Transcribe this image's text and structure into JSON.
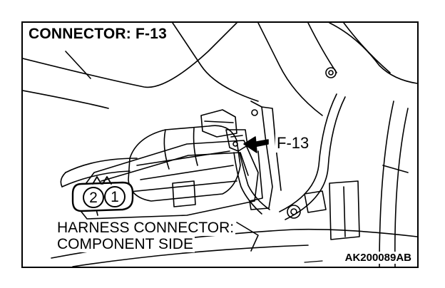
{
  "title": "CONNECTOR: F-13",
  "callout_label": "F-13",
  "harness_label": {
    "line1": "HARNESS CONNECTOR:",
    "line2": "COMPONENT SIDE"
  },
  "pins": {
    "left": "2",
    "right": "1"
  },
  "figure_code": "AK200089AB"
}
